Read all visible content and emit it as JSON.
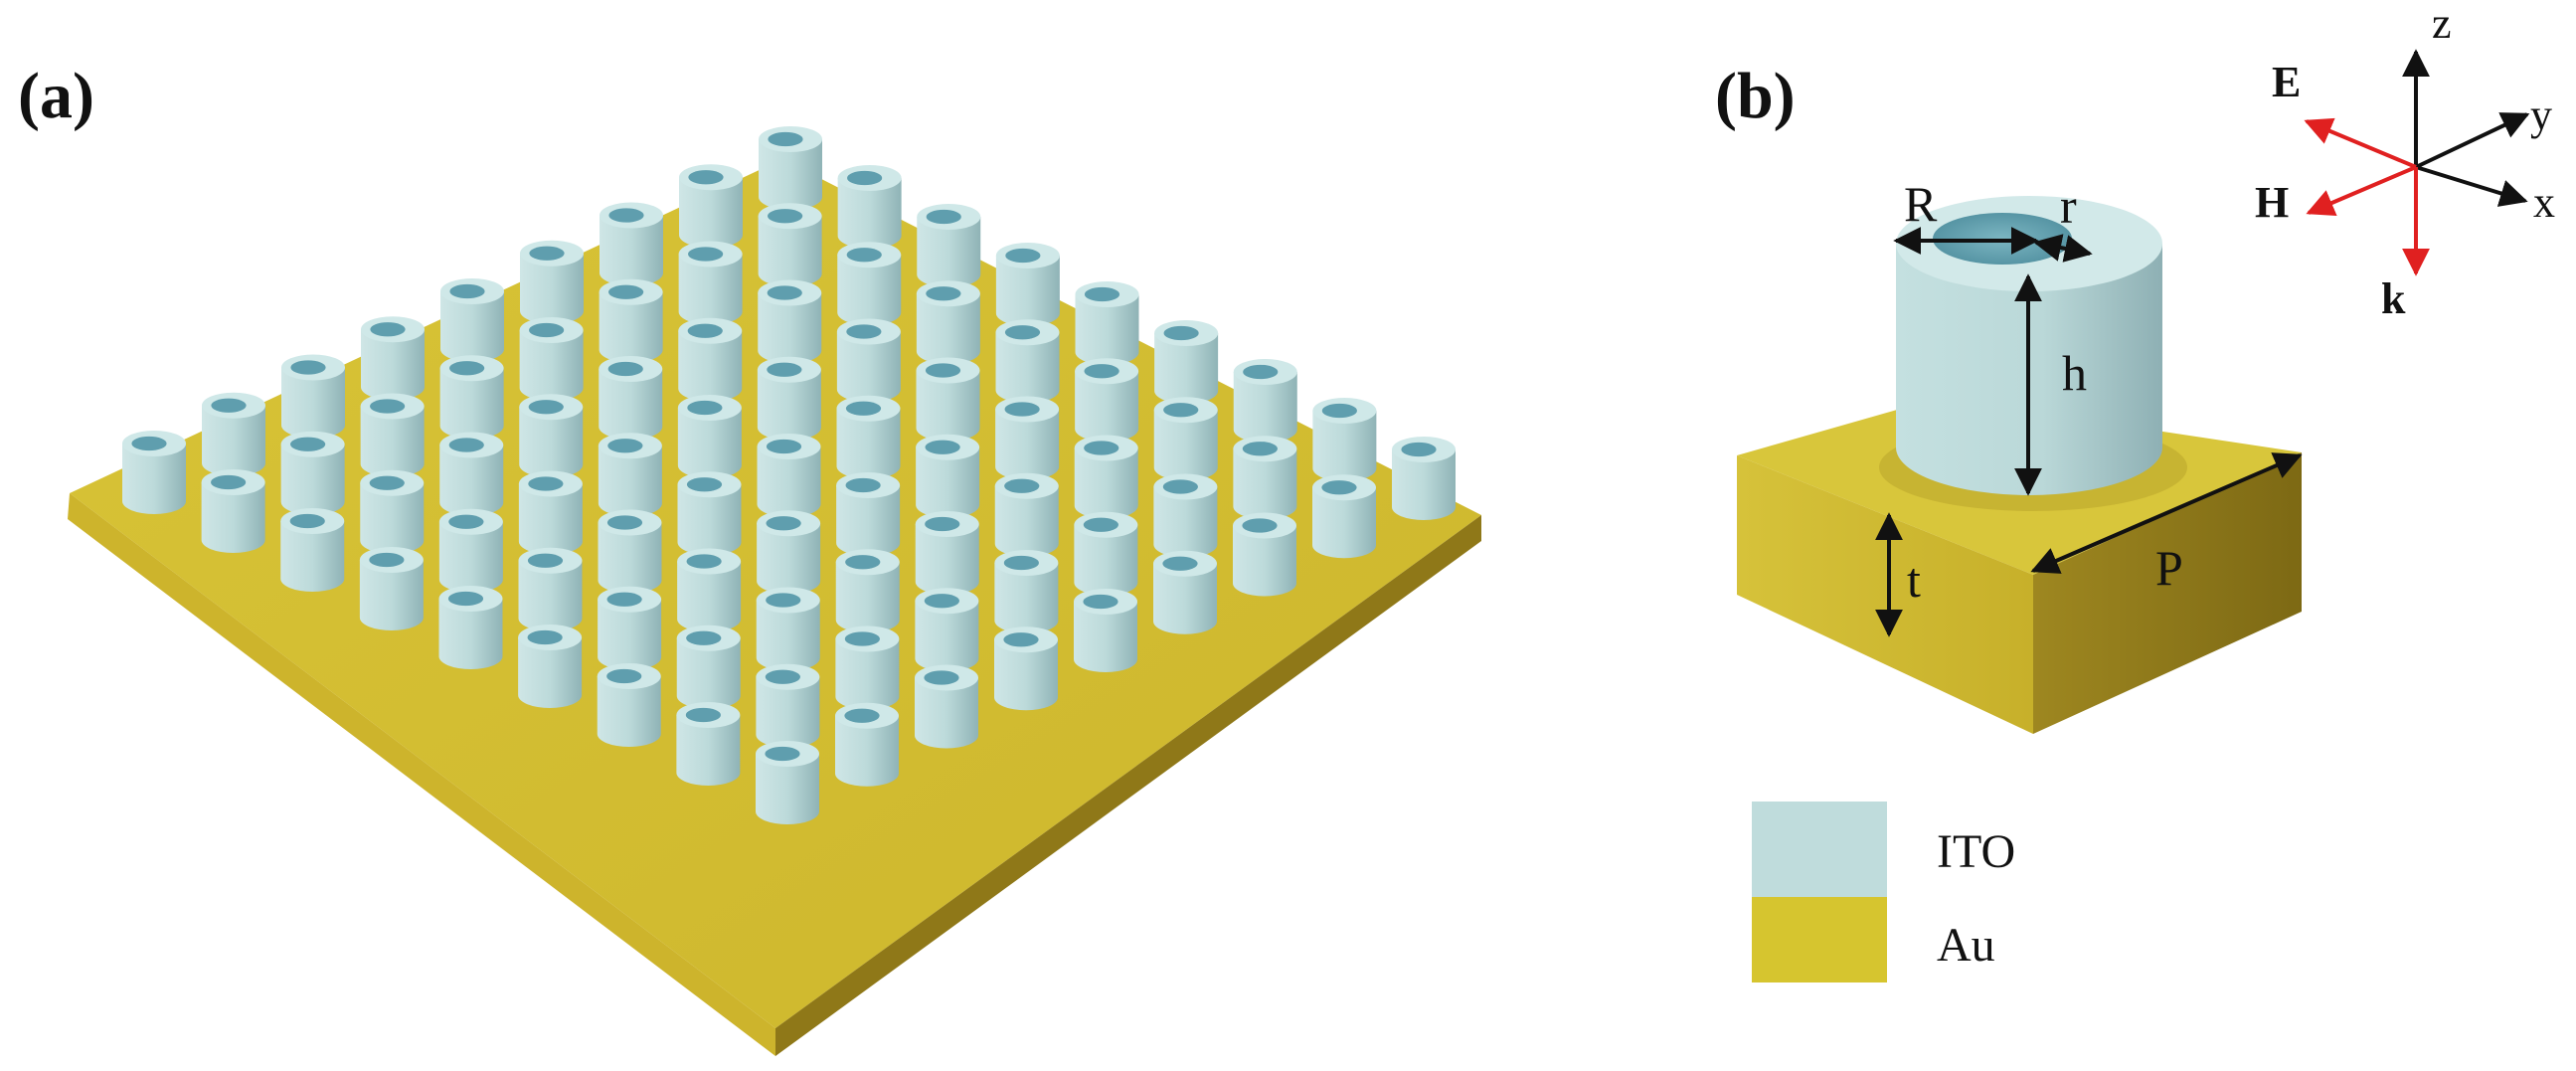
{
  "panels": {
    "a": {
      "label": "(a)",
      "grid": {
        "rows": 9,
        "cols": 9
      }
    },
    "b": {
      "label": "(b)"
    }
  },
  "dimensions": {
    "R": "R",
    "r": "r",
    "h": "h",
    "t": "t",
    "P": "P"
  },
  "axes": {
    "z": "z",
    "y": "y",
    "x": "x",
    "E": "E",
    "H": "H",
    "k": "k"
  },
  "legend": [
    {
      "name": "ITO",
      "color": "#bfdcdc"
    },
    {
      "name": "Au",
      "color": "#d6c52f"
    }
  ],
  "colors": {
    "ito_face": "#bcdcdc",
    "ito_top": "#cfe8e8",
    "ito_hole": "#5f9eae",
    "au_top": "#d9c73a",
    "au_side_left": "#c9b32a",
    "au_side_right": "#8a7418",
    "field_arrow": "#e02020",
    "axis_arrow": "#111111"
  }
}
